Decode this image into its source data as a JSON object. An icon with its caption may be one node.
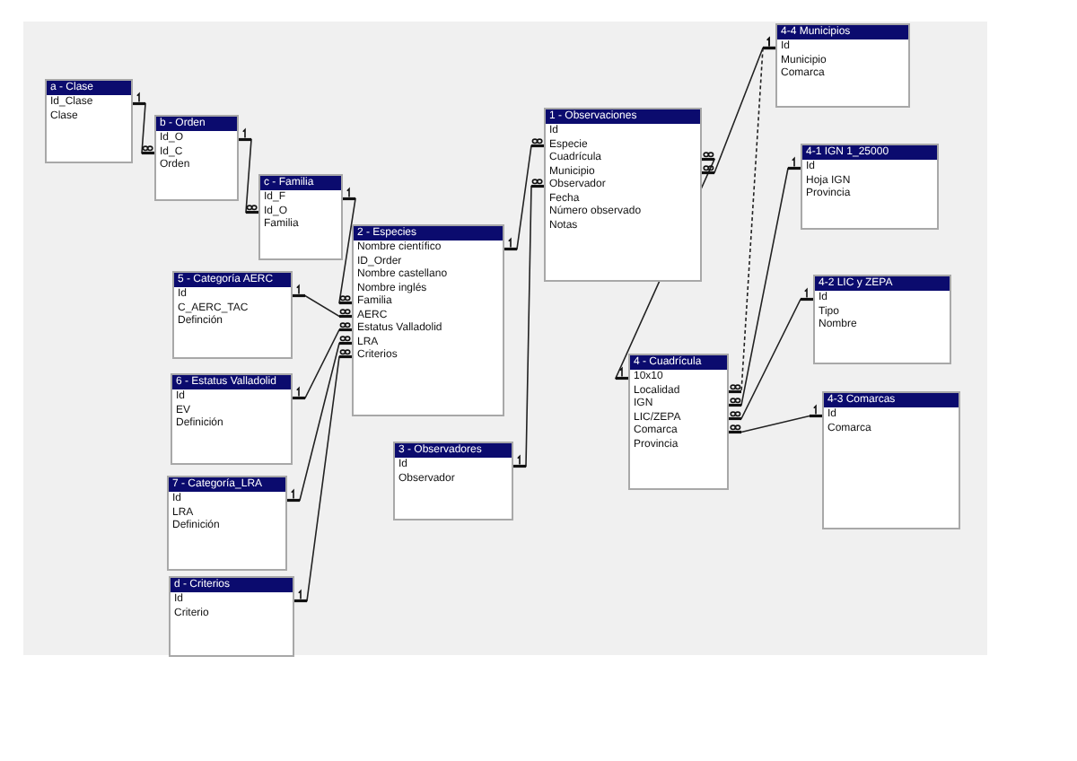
{
  "diagram": {
    "nodes": [
      {
        "text": [
          "a - Clase",
          "Id_Clase",
          "Clase"
        ]
      },
      {
        "text": [
          "b - Orden",
          "Id_O",
          "Id_C",
          "Orden"
        ]
      },
      {
        "text": [
          "c - Familia",
          "Id_F",
          "Id_O",
          "Familia"
        ]
      },
      {
        "text": [
          "2 - Especies",
          "Nombre científico",
          "ID_Order",
          "Nombre castellano",
          "Nombre inglés",
          "Familia",
          "AERC",
          "Estatus Valladolid",
          "LRA",
          "Criterios"
        ]
      },
      {
        "text": [
          "5 - Categoría AERC",
          "Id",
          "C_AERC_TAC",
          "Definción"
        ]
      },
      {
        "text": [
          "6 - Estatus Valladolid",
          "Id",
          "EV",
          "Definición"
        ]
      },
      {
        "text": [
          "7 - Categoría_LRA",
          "Id",
          "LRA",
          "Definición"
        ]
      },
      {
        "text": [
          "d - Criterios",
          "Id",
          "Criterio"
        ]
      },
      {
        "text": [
          "3 - Observadores",
          "Id",
          "Observador"
        ]
      },
      {
        "text": [
          "1 - Observaciones",
          "Id",
          "Especie",
          "Cuadrícula",
          "Municipio",
          "Observador",
          "Fecha",
          "Número observado",
          "Notas"
        ]
      },
      {
        "text": [
          "4 - Cuadrícula",
          "10x10",
          "Localidad",
          "IGN",
          "LIC/ZEPA",
          "Comarca",
          "Provincia"
        ]
      },
      {
        "text": [
          "4-4 Municipios",
          "Id",
          "Municipio",
          "Comarca"
        ]
      },
      {
        "text": [
          "4-1 IGN 1_25000",
          "Id",
          "Hoja IGN",
          "Provincia"
        ]
      },
      {
        "text": [
          "4-2 LIC y ZEPA",
          "Id",
          "Tipo",
          "Nombre"
        ]
      },
      {
        "text": [
          "4-3 Comarcas",
          "Id",
          "Comarca"
        ]
      }
    ],
    "edges": [
      {
        "from": 0,
        "to": 1,
        "arrow": "other"
      },
      {
        "from": 1,
        "to": 2,
        "arrow": "other"
      },
      {
        "from": 2,
        "to": 3,
        "arrow": "other"
      },
      {
        "from": 4,
        "to": 3,
        "arrow": "other"
      },
      {
        "from": 5,
        "to": 3,
        "arrow": "other"
      },
      {
        "from": 6,
        "to": 3,
        "arrow": "other"
      },
      {
        "from": 7,
        "to": 3,
        "arrow": "other"
      },
      {
        "from": 3,
        "to": 9,
        "arrow": "other"
      },
      {
        "from": 8,
        "to": 9,
        "arrow": "other"
      },
      {
        "from": 10,
        "to": 9,
        "arrow": "other"
      },
      {
        "from": 11,
        "to": 9,
        "arrow": "other"
      },
      {
        "from": 11,
        "to": 10,
        "arrow": "other",
        "style": "dashed"
      },
      {
        "from": 12,
        "to": 10,
        "arrow": "other"
      },
      {
        "from": 13,
        "to": 10,
        "arrow": "other"
      },
      {
        "from": 14,
        "to": 10,
        "arrow": "other"
      }
    ]
  }
}
